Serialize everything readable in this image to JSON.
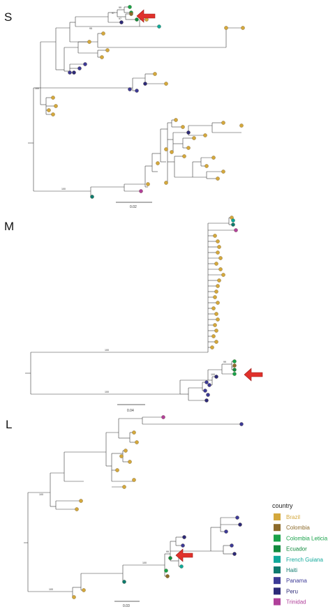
{
  "panels": [
    {
      "letter": "S",
      "scale": "0.02",
      "bootstraps": [
        "95",
        "97",
        "97",
        "99",
        "100",
        "100"
      ]
    },
    {
      "letter": "M",
      "scale": "0.04",
      "bootstraps": [
        "100",
        "100",
        "99",
        "100"
      ]
    },
    {
      "letter": "L",
      "scale": "0.03",
      "bootstraps": [
        "100",
        "100",
        "100",
        "99"
      ]
    }
  ],
  "legend": {
    "title": "country",
    "items": [
      {
        "label": "Brazil",
        "color": "#d4a83c"
      },
      {
        "label": "Colombia",
        "color": "#8c6a2a"
      },
      {
        "label": "Colombia Leticia",
        "color": "#19a24a"
      },
      {
        "label": "Ecuador",
        "color": "#128a3e"
      },
      {
        "label": "French Guiana",
        "color": "#10a89a"
      },
      {
        "label": "Haiti",
        "color": "#0e7a6e"
      },
      {
        "label": "Panama",
        "color": "#3c3a96"
      },
      {
        "label": "Peru",
        "color": "#2c2a78"
      },
      {
        "label": "Trinidad",
        "color": "#b0409a"
      }
    ]
  }
}
